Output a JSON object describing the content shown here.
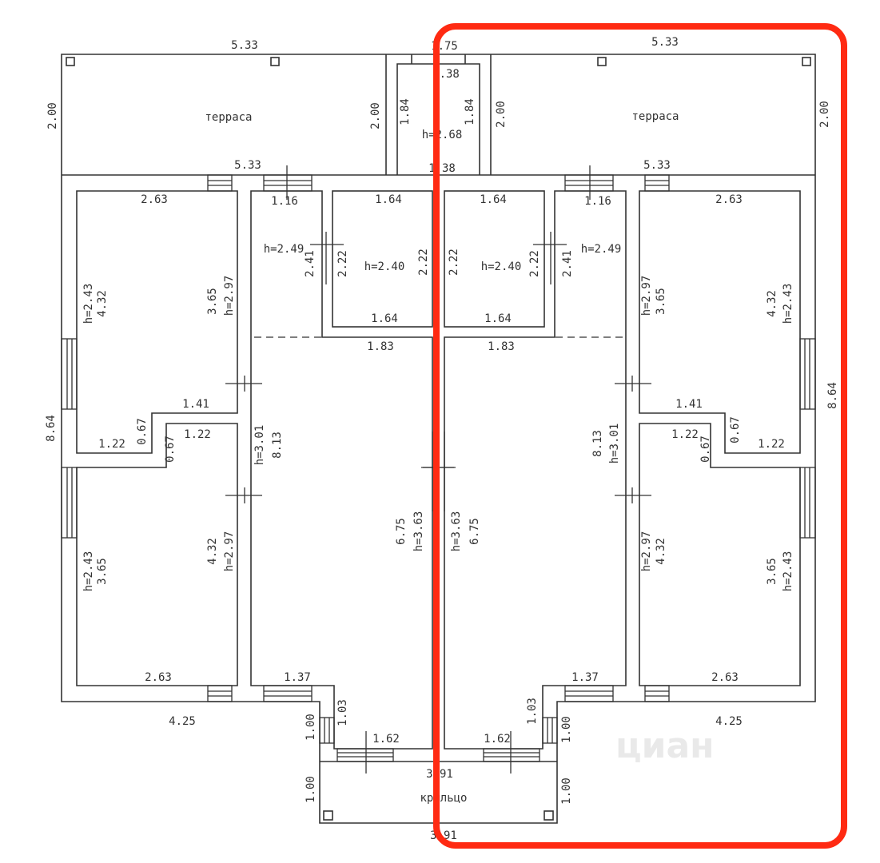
{
  "plan": {
    "terrace_label": "терраса",
    "porch_label": "крыльцо",
    "watermark": "циан",
    "highlight_color": "#ff2a12"
  },
  "left": {
    "terrace_width": "5.33",
    "terrace_depth": "2.00",
    "terrace_depth_inner": "2.00",
    "vest_side_a": "1.84",
    "vest_side_b": "1.84",
    "vest_outer": "1.75",
    "vest_top": "1.38",
    "vest_h": "h=2.68",
    "vest_bottom": "1.38",
    "wall_top": "5.33",
    "bed1_top": "2.63",
    "hall_top": "1.16",
    "bath_top": "1.64",
    "hall_h": "h=2.49",
    "hall_side": "2.41",
    "bath_side_a": "2.22",
    "bath_h": "h=2.40",
    "bath_side_b": "2.22",
    "bath_bottom": "1.64",
    "living_top": "1.83",
    "bed1_h": "h=2.43",
    "bed1_side": "4.32",
    "bed1_side_r": "3.65",
    "bed1_h_r": "h=2.97",
    "bed1_notch": "1.41",
    "bed1_notch_v": "0.67",
    "bed1_bottom": "1.22",
    "bed2_top": "1.22",
    "bed2_notch_v": "0.67",
    "house_depth": "8.64",
    "living_h": "h=3.01",
    "living_side": "8.13",
    "living_side_b": "6.75",
    "living_h_b": "h=3.63",
    "bed2_h": "h=2.43",
    "bed2_side": "3.65",
    "bed2_side_r": "4.32",
    "bed2_h_r": "h=2.97",
    "bed2_bottom": "2.63",
    "living_bottom": "1.37",
    "wall_bottom": "4.25",
    "entry_side": "1.00",
    "entry_inner": "1.03",
    "entry_bottom": "1.62",
    "porch_top": "3.91",
    "porch_side": "1.00",
    "porch_bottom": "3.91"
  },
  "right": {
    "terrace_width": "5.33",
    "terrace_depth_inner": "2.00",
    "terrace_depth": "2.00",
    "wall_top": "5.33",
    "bath_top": "1.64",
    "hall_top": "1.16",
    "bed1_top": "2.63",
    "hall_h": "h=2.49",
    "bath_side_a": "2.22",
    "bath_h": "h=2.40",
    "bath_side_b": "2.22",
    "hall_side": "2.41",
    "bath_bottom": "1.64",
    "living_top": "1.83",
    "bed1_h_l": "h=2.97",
    "bed1_side_l": "3.65",
    "bed1_side": "4.32",
    "bed1_h": "h=2.43",
    "bed1_notch": "1.41",
    "bed1_notch_v": "0.67",
    "bed1_bottom": "1.22",
    "bed2_top": "1.22",
    "bed2_notch_v": "0.67",
    "house_depth": "8.64",
    "living_side": "8.13",
    "living_h": "h=3.01",
    "living_h_b": "h=3.63",
    "living_side_b": "6.75",
    "bed2_h_l": "h=2.97",
    "bed2_side_l": "4.32",
    "bed2_side": "3.65",
    "bed2_h": "h=2.43",
    "living_bottom": "1.37",
    "bed2_bottom": "2.63",
    "wall_bottom": "4.25",
    "entry_inner": "1.03",
    "entry_side": "1.00",
    "entry_bottom": "1.62",
    "porch_side": "1.00"
  }
}
